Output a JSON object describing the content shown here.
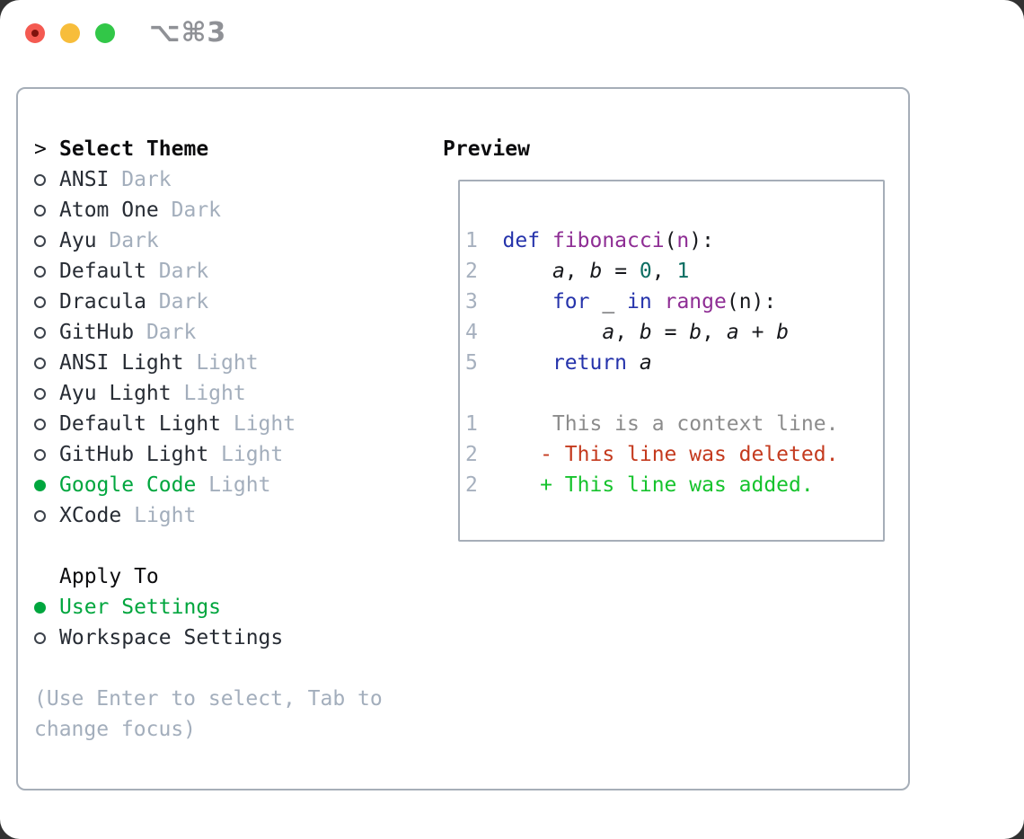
{
  "window": {
    "title": "⌥⌘3"
  },
  "colors": {
    "accent_green": "#00a63e",
    "added_green": "#16c32d",
    "deleted_red": "#c43a1e",
    "context_gray": "#8c8c8c",
    "line_number": "#a6b0be",
    "muted": "#a3aebc",
    "keyword_blue": "#2533ab",
    "function_purple": "#8e2d94",
    "literal_teal": "#0c6e62",
    "code_text": "#17181c",
    "list_text": "#272c34",
    "header_text": "#0c0c0e",
    "border_gray": "#a6aeb8",
    "title_text": "#8f9196",
    "radio_outline": "#3c424b",
    "traffic_red": "#f45a51",
    "traffic_red_dot": "#7f130d",
    "traffic_yellow": "#f7bd3b",
    "traffic_green": "#32c748"
  },
  "theme_list": {
    "cursor_marker": ">",
    "header_label": "Select Theme",
    "items": [
      {
        "name": "ANSI",
        "variant": "Dark",
        "selected": false
      },
      {
        "name": "Atom One",
        "variant": "Dark",
        "selected": false
      },
      {
        "name": "Ayu",
        "variant": "Dark",
        "selected": false
      },
      {
        "name": "Default",
        "variant": "Dark",
        "selected": false
      },
      {
        "name": "Dracula",
        "variant": "Dark",
        "selected": false
      },
      {
        "name": "GitHub",
        "variant": "Dark",
        "selected": false
      },
      {
        "name": "ANSI Light",
        "variant": "Light",
        "selected": false
      },
      {
        "name": "Ayu Light",
        "variant": "Light",
        "selected": false
      },
      {
        "name": "Default Light",
        "variant": "Light",
        "selected": false
      },
      {
        "name": "GitHub Light",
        "variant": "Light",
        "selected": false
      },
      {
        "name": "Google Code",
        "variant": "Light",
        "selected": true
      },
      {
        "name": "XCode",
        "variant": "Light",
        "selected": false
      }
    ]
  },
  "apply_to": {
    "label": "Apply To",
    "options": [
      {
        "name": "User Settings",
        "selected": true
      },
      {
        "name": "Workspace Settings",
        "selected": false
      }
    ]
  },
  "help": {
    "lines": [
      "(Use Enter to select, Tab to",
      "change focus)"
    ]
  },
  "preview": {
    "label": "Preview",
    "lines": [
      {
        "tokens": [
          {
            "t": "1  ",
            "c": "num"
          },
          {
            "t": "def ",
            "c": "kw"
          },
          {
            "t": "fibonacci",
            "c": "fn"
          },
          {
            "t": "(",
            "c": "plain"
          },
          {
            "t": "n",
            "c": "fn"
          },
          {
            "t": "):",
            "c": "plain"
          }
        ]
      },
      {
        "tokens": [
          {
            "t": "2  ",
            "c": "num"
          },
          {
            "t": "    ",
            "c": "plain"
          },
          {
            "t": "a",
            "c": "var"
          },
          {
            "t": ", ",
            "c": "plain"
          },
          {
            "t": "b",
            "c": "var"
          },
          {
            "t": " = ",
            "c": "plain"
          },
          {
            "t": "0",
            "c": "lit"
          },
          {
            "t": ", ",
            "c": "plain"
          },
          {
            "t": "1",
            "c": "lit"
          }
        ]
      },
      {
        "tokens": [
          {
            "t": "3  ",
            "c": "num"
          },
          {
            "t": "    ",
            "c": "plain"
          },
          {
            "t": "for",
            "c": "kw"
          },
          {
            "t": " _ ",
            "c": "plain"
          },
          {
            "t": "in",
            "c": "kw"
          },
          {
            "t": " ",
            "c": "plain"
          },
          {
            "t": "range",
            "c": "fn"
          },
          {
            "t": "(n):",
            "c": "plain"
          }
        ]
      },
      {
        "tokens": [
          {
            "t": "4  ",
            "c": "num"
          },
          {
            "t": "        ",
            "c": "plain"
          },
          {
            "t": "a",
            "c": "var"
          },
          {
            "t": ", ",
            "c": "plain"
          },
          {
            "t": "b",
            "c": "var"
          },
          {
            "t": " = ",
            "c": "plain"
          },
          {
            "t": "b",
            "c": "var"
          },
          {
            "t": ", ",
            "c": "plain"
          },
          {
            "t": "a",
            "c": "var"
          },
          {
            "t": " + ",
            "c": "plain"
          },
          {
            "t": "b",
            "c": "var"
          }
        ]
      },
      {
        "tokens": [
          {
            "t": "5  ",
            "c": "num"
          },
          {
            "t": "    ",
            "c": "plain"
          },
          {
            "t": "return",
            "c": "kw"
          },
          {
            "t": " ",
            "c": "plain"
          },
          {
            "t": "a",
            "c": "var"
          }
        ]
      },
      {
        "tokens": []
      },
      {
        "tokens": [
          {
            "t": "1  ",
            "c": "num"
          },
          {
            "t": "    This is a context line.",
            "c": "ctx"
          }
        ]
      },
      {
        "tokens": [
          {
            "t": "2  ",
            "c": "num"
          },
          {
            "t": "   - This line was deleted.",
            "c": "del"
          }
        ]
      },
      {
        "tokens": [
          {
            "t": "2  ",
            "c": "num"
          },
          {
            "t": "   + This line was added.",
            "c": "add"
          }
        ]
      }
    ]
  }
}
